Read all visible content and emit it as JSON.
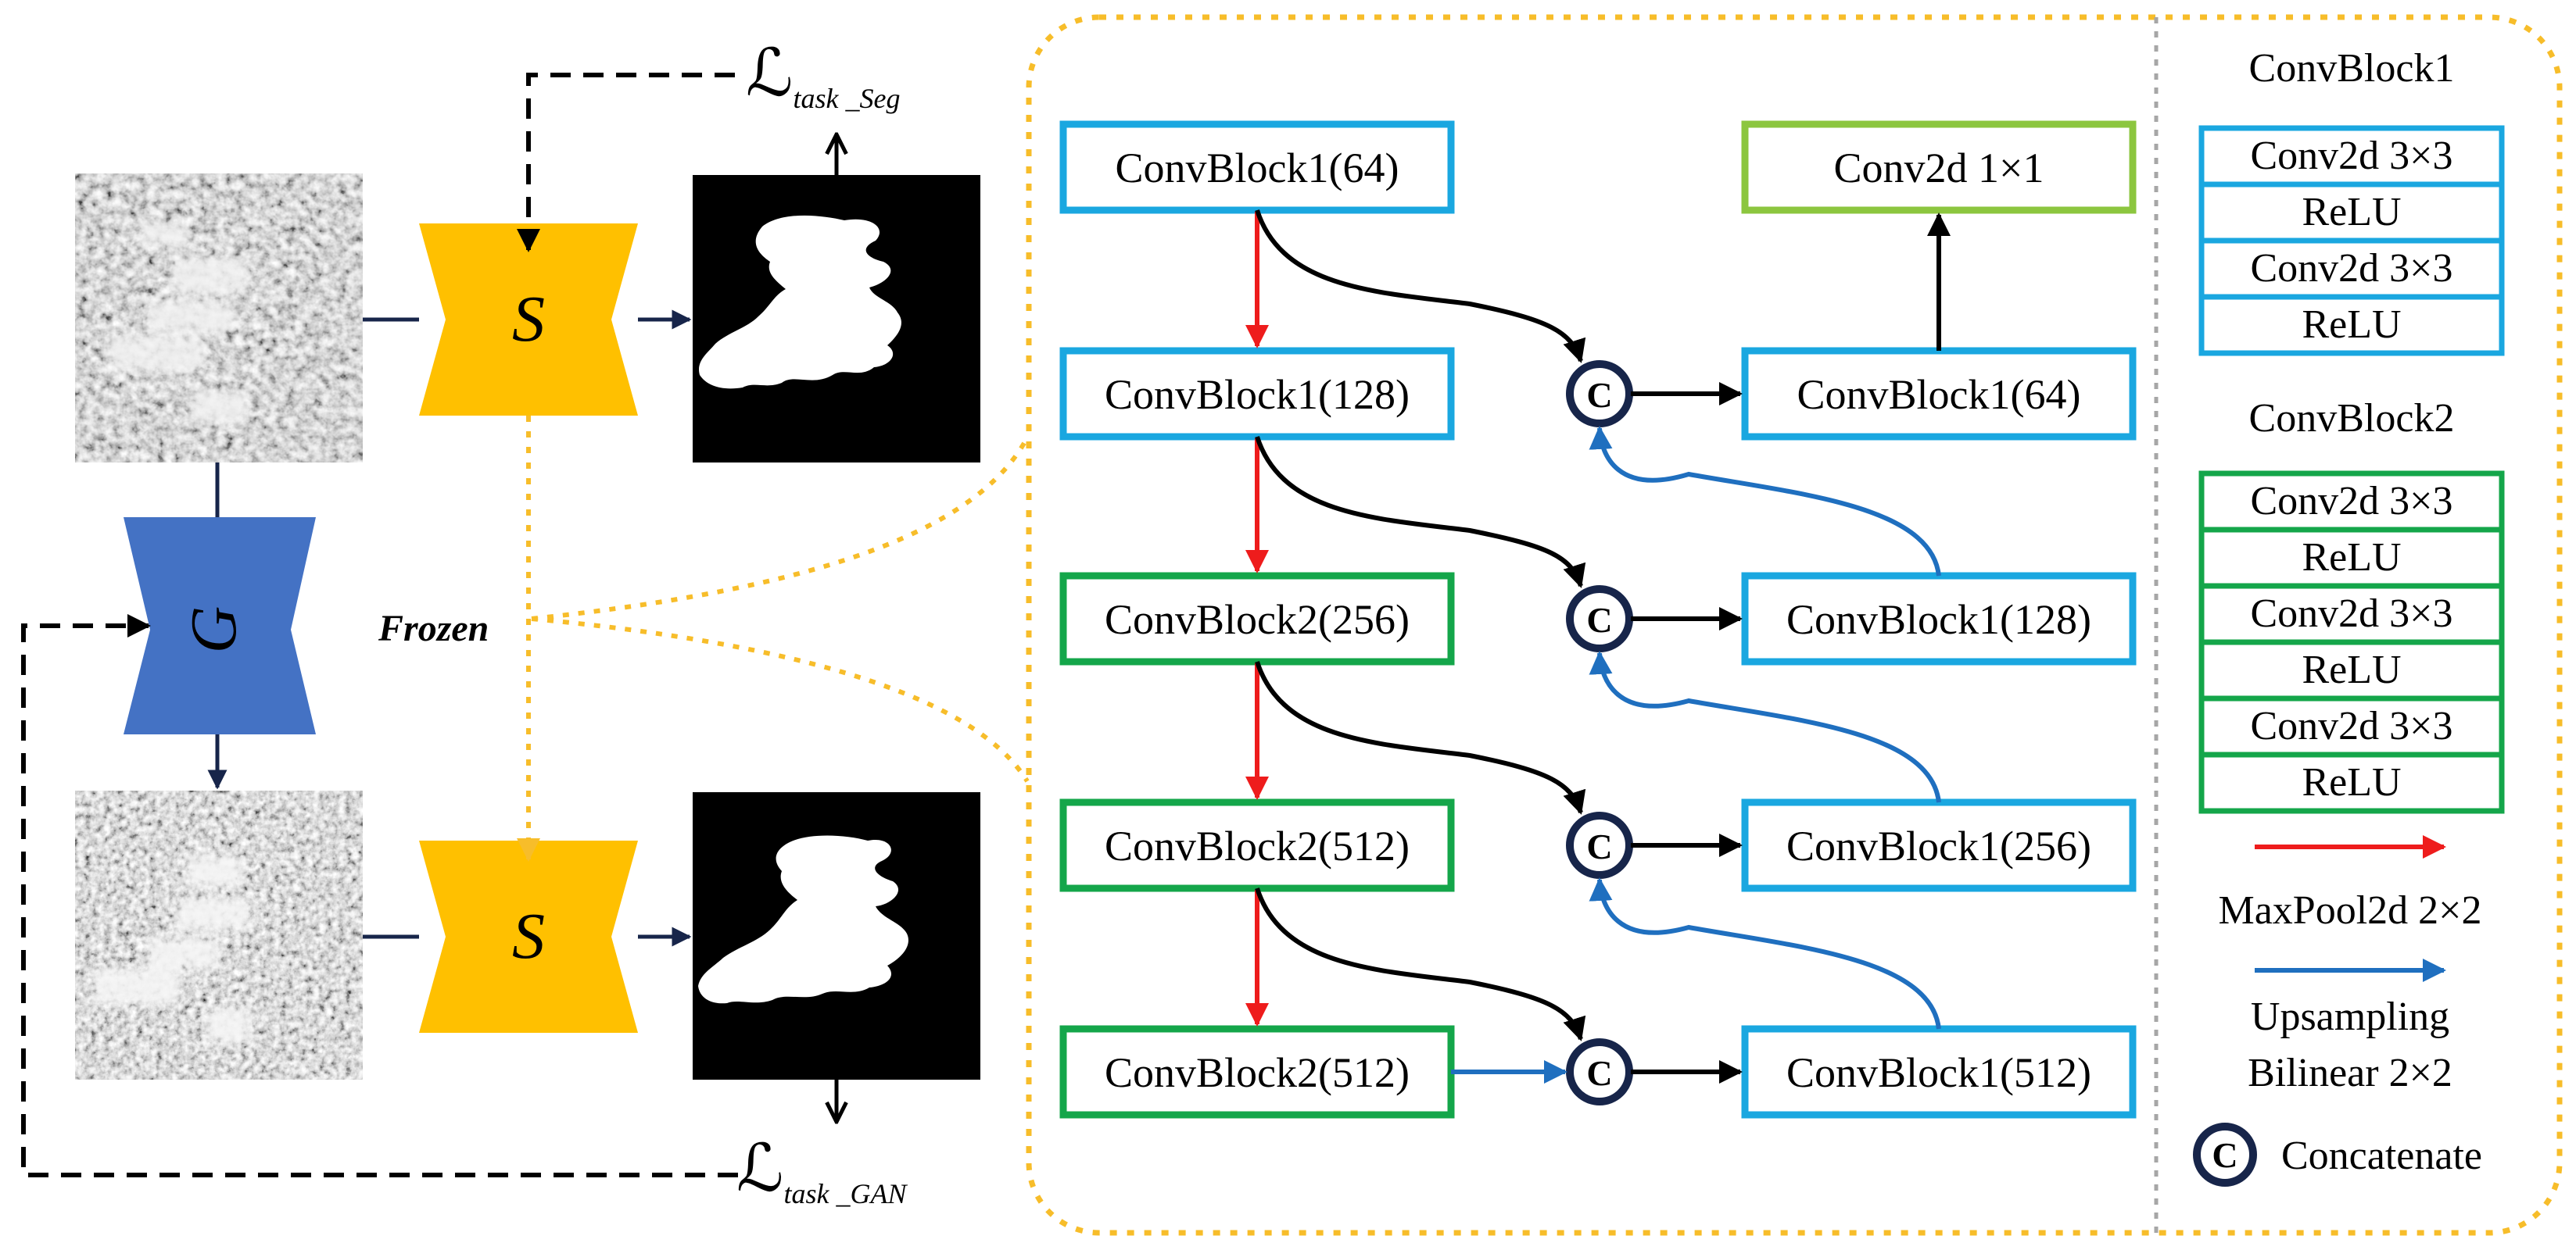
{
  "colors": {
    "blue_block": "#1aa7e0",
    "green_block": "#14a64a",
    "lightgreen_block": "#8cc63f",
    "s_yellow": "#ffc000",
    "g_blue": "#4472c4",
    "navy": "#17254a",
    "red_arrow": "#ee1c1c",
    "up_arrow": "#1f6fbf",
    "frozen_dotted": "#f7bd2a",
    "divider": "#a6a6a6"
  },
  "left": {
    "segmenter_label": "S",
    "generator_label": "G",
    "frozen_label": "Frozen",
    "loss_seg": {
      "main": "ℒ",
      "sub": "task _Seg"
    },
    "loss_gan": {
      "main": "ℒ",
      "sub": "task _GAN"
    }
  },
  "unet": {
    "enc": [
      "ConvBlock1(64)",
      "ConvBlock1(128)",
      "ConvBlock2(256)",
      "ConvBlock2(512)",
      "ConvBlock2(512)"
    ],
    "dec": [
      "Conv2d 1×1",
      "ConvBlock1(64)",
      "ConvBlock1(128)",
      "ConvBlock1(256)",
      "ConvBlock1(512)"
    ],
    "concat_symbol": "C"
  },
  "legend": {
    "cb1_title": "ConvBlock1",
    "cb1_rows": [
      "Conv2d 3×3",
      "ReLU",
      "Conv2d 3×3",
      "ReLU"
    ],
    "cb2_title": "ConvBlock2",
    "cb2_rows": [
      "Conv2d 3×3",
      "ReLU",
      "Conv2d 3×3",
      "ReLU",
      "Conv2d 3×3",
      "ReLU"
    ],
    "maxpool": "MaxPool2d 2×2",
    "upsampling_1": "Upsampling",
    "upsampling_2": "Bilinear 2×2",
    "concatenate": "Concatenate"
  }
}
